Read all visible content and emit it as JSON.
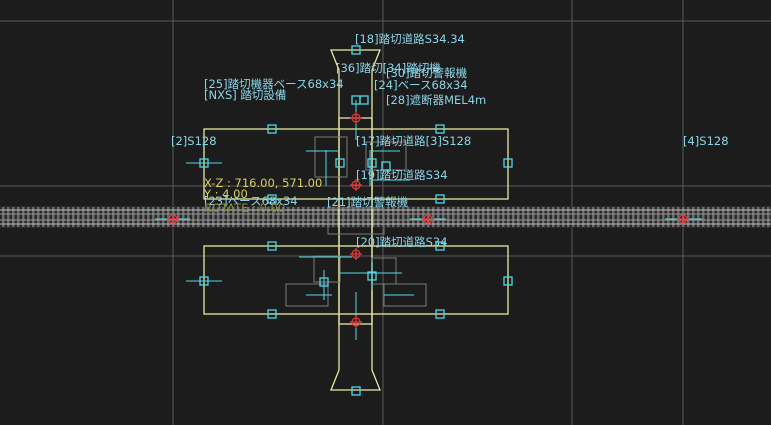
{
  "colors": {
    "background": "#1c1c1c",
    "grid": "#5a5a5a",
    "outline": "#e8e8a0",
    "handle": "#4fd8e8",
    "marker": "#e83838",
    "label": "#8ad4e8",
    "coord": "#d8d05a"
  },
  "labels": [
    {
      "id": "l18",
      "text": "[18]踏切道路S34.34"
    },
    {
      "id": "l36",
      "text": "[36]踏切[34]踏切機"
    },
    {
      "id": "l30",
      "text": "[30]踏切警報機"
    },
    {
      "id": "l25",
      "text": "[25]踏切機器ベース68x34"
    },
    {
      "id": "l24",
      "text": "[24]ベース68x34"
    },
    {
      "id": "lnxs",
      "text": "[NXS] 踏切設備"
    },
    {
      "id": "l28",
      "text": "[28]遮断器MEL4m"
    },
    {
      "id": "l2",
      "text": "[2]S128"
    },
    {
      "id": "l17",
      "text": "[17]踏切道路[3]S128"
    },
    {
      "id": "l4",
      "text": "[4]S128"
    },
    {
      "id": "l19",
      "text": "[19]踏切道路S34"
    },
    {
      "id": "l23",
      "text": "[23]ベース68x34"
    },
    {
      "id": "l21",
      "text": "[21]踏切警報機"
    },
    {
      "id": "l20",
      "text": "[20]踏切道路S34"
    }
  ],
  "coords": {
    "xz": "X-Z : 716.00, 571.00",
    "y": "Y : 4.00",
    "rot": "ROTATE : 0.00"
  },
  "icons": [
    "move-handle-icon",
    "pivot-marker-icon"
  ]
}
